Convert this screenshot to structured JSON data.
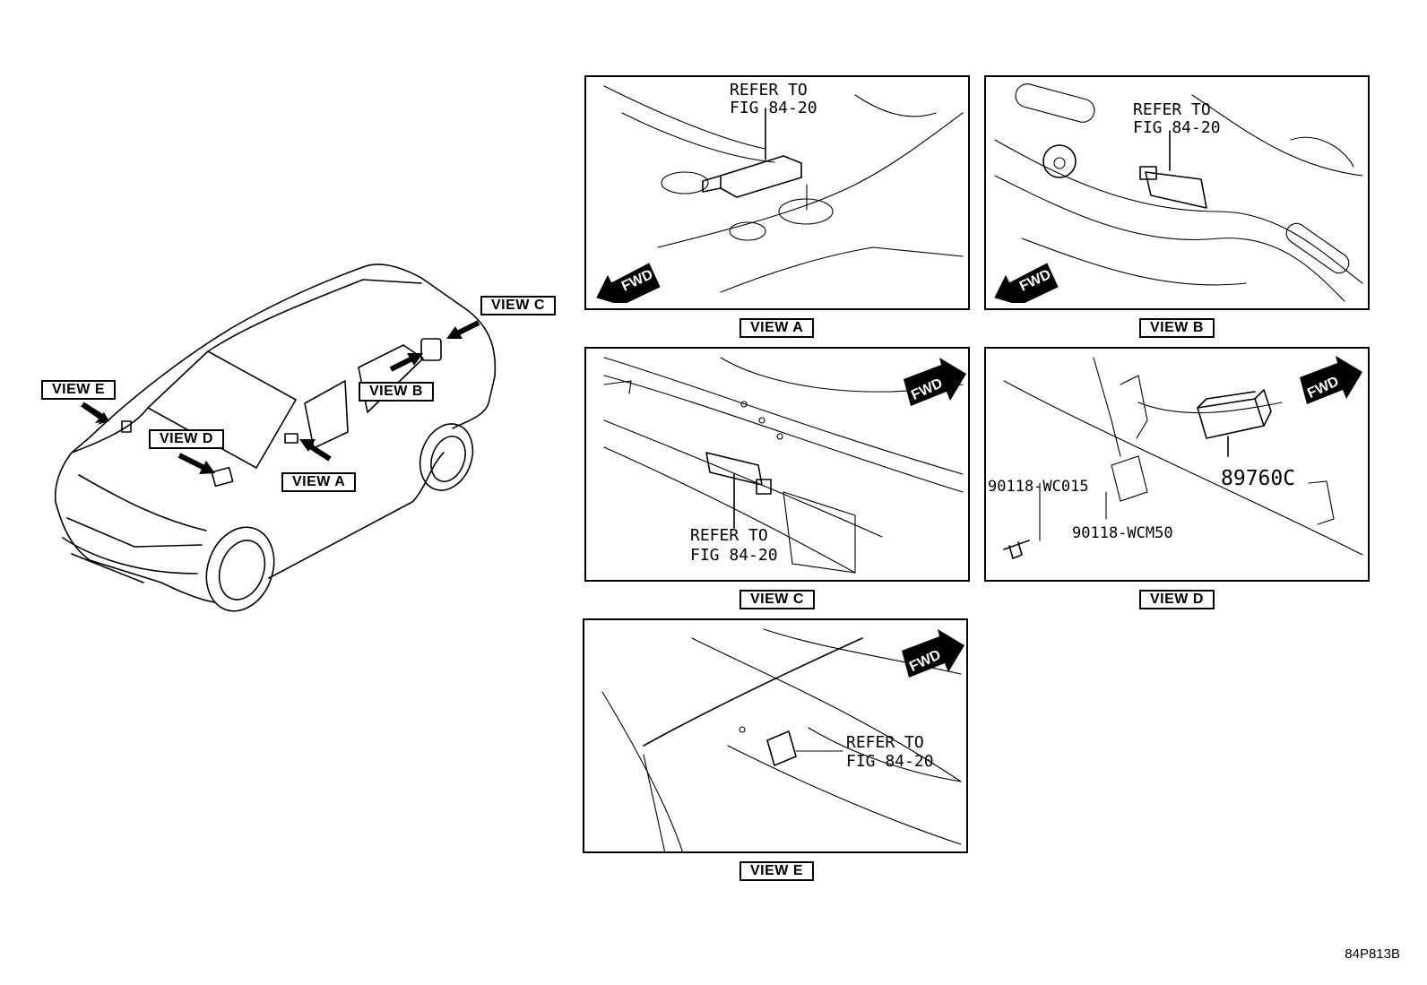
{
  "overview": {
    "labels": {
      "view_a": "VIEW A",
      "view_b": "VIEW B",
      "view_c": "VIEW C",
      "view_d": "VIEW D",
      "view_e": "VIEW E"
    }
  },
  "panels": {
    "a": {
      "caption": "VIEW A",
      "note_line1": "REFER TO",
      "note_line2": "FIG 84-20",
      "fwd": "FWD"
    },
    "b": {
      "caption": "VIEW B",
      "note_line1": "REFER TO",
      "note_line2": "FIG 84-20",
      "fwd": "FWD"
    },
    "c": {
      "caption": "VIEW C",
      "note_line1": "REFER TO",
      "note_line2": "FIG 84-20",
      "fwd": "FWD"
    },
    "d": {
      "caption": "VIEW D",
      "part_main": "89760C",
      "part_bolt1": "90118-WC015",
      "part_bolt2": "90118-WCM50",
      "fwd": "FWD"
    },
    "e": {
      "caption": "VIEW E",
      "note_line1": "REFER TO",
      "note_line2": "FIG 84-20",
      "fwd": "FWD"
    }
  },
  "figure_code": "84P813B"
}
